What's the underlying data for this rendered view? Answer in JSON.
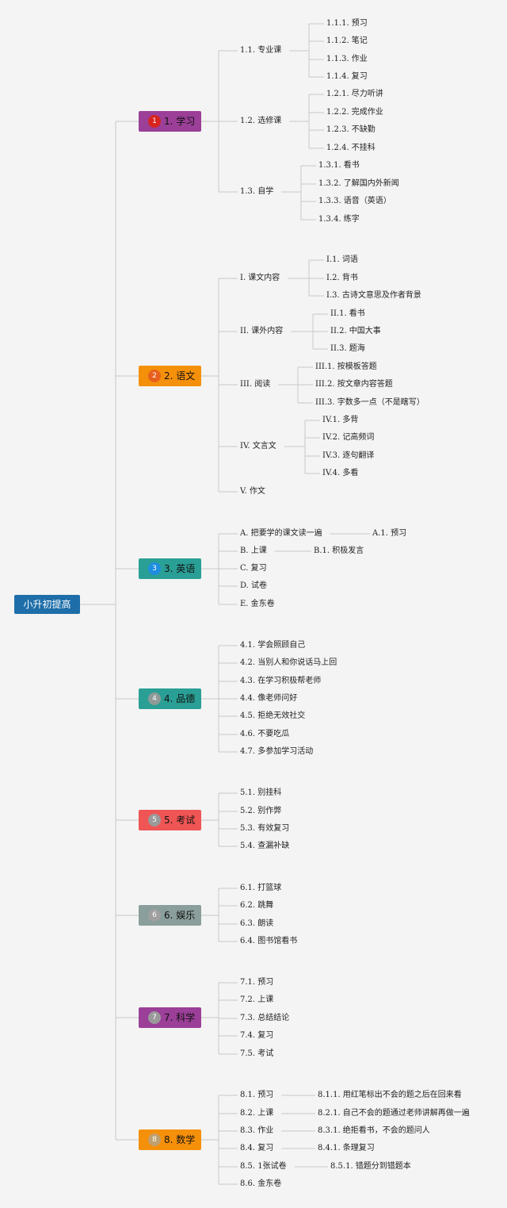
{
  "root": {
    "label": "小升初提高"
  },
  "branches": [
    {
      "label": "1. 学习",
      "badge": "1",
      "color": "#9b3f98",
      "badge_color": "#d8241f",
      "children": [
        {
          "label": "1.1. 专业课",
          "children": [
            {
              "label": "1.1.1. 预习"
            },
            {
              "label": "1.1.2. 笔记"
            },
            {
              "label": "1.1.3. 作业"
            },
            {
              "label": "1.1.4. 复习"
            }
          ]
        },
        {
          "label": "1.2. 选修课",
          "children": [
            {
              "label": "1.2.1. 尽力听讲"
            },
            {
              "label": "1.2.2. 完成作业"
            },
            {
              "label": "1.2.3. 不缺勤"
            },
            {
              "label": "1.2.4. 不挂科"
            }
          ]
        },
        {
          "label": "1.3. 自学",
          "children": [
            {
              "label": "1.3.1. 看书"
            },
            {
              "label": "1.3.2. 了解国内外新闻"
            },
            {
              "label": "1.3.3. 语音（英语）"
            },
            {
              "label": "1.3.4. 练字"
            }
          ]
        }
      ]
    },
    {
      "label": "2. 语文",
      "badge": "2",
      "color": "#f5900b",
      "badge_color": "#e7601c",
      "children": [
        {
          "label": "I. 课文内容",
          "children": [
            {
              "label": "I.1. 词语"
            },
            {
              "label": "I.2. 背书"
            },
            {
              "label": "I.3. 古诗文意思及作者背景"
            }
          ]
        },
        {
          "label": "II. 课外内容",
          "children": [
            {
              "label": "II.1. 看书"
            },
            {
              "label": "II.2. 中国大事"
            },
            {
              "label": "II.3. 题海"
            }
          ]
        },
        {
          "label": "III. 阅读",
          "children": [
            {
              "label": "III.1. 按模板答题"
            },
            {
              "label": "III.2. 按文章内容答题"
            },
            {
              "label": "III.3. 字数多一点（不是瞎写）"
            }
          ]
        },
        {
          "label": "IV. 文言文",
          "children": [
            {
              "label": "IV.1. 多背"
            },
            {
              "label": "IV.2. 记高频词"
            },
            {
              "label": "IV.3. 逐句翻译"
            },
            {
              "label": "IV.4. 多看"
            }
          ]
        },
        {
          "label": "V. 作文",
          "children": []
        }
      ]
    },
    {
      "label": "3. 英语",
      "badge": "3",
      "color": "#2a9f95",
      "badge_color": "#1f8ee0",
      "children": [
        {
          "label": "A. 把要学的课文读一遍",
          "children": [
            {
              "label": "A.1. 预习"
            }
          ]
        },
        {
          "label": "B. 上课",
          "children": [
            {
              "label": "B.1. 积极发言"
            }
          ]
        },
        {
          "label": "C. 复习",
          "children": []
        },
        {
          "label": "D. 试卷",
          "children": []
        },
        {
          "label": "E. 金东卷",
          "children": []
        }
      ]
    },
    {
      "label": "4. 品德",
      "badge": "4",
      "color": "#2a9f95",
      "badge_color": "#8f9a99",
      "children": [
        {
          "label": "4.1. 学会照顾自己",
          "children": []
        },
        {
          "label": "4.2. 当别人和你说话马上回",
          "children": []
        },
        {
          "label": "4.3. 在学习积极帮老师",
          "children": []
        },
        {
          "label": "4.4. 像老师问好",
          "children": []
        },
        {
          "label": "4.5. 拒绝无效社交",
          "children": []
        },
        {
          "label": "4.6. 不要吃瓜",
          "children": []
        },
        {
          "label": "4.7. 多参加学习活动",
          "children": []
        }
      ]
    },
    {
      "label": "5. 考试",
      "badge": "5",
      "color": "#ee5554",
      "badge_color": "#9a9a9a",
      "children": [
        {
          "label": "5.1. 别挂科",
          "children": []
        },
        {
          "label": "5.2. 别作弊",
          "children": []
        },
        {
          "label": "5.3. 有效复习",
          "children": []
        },
        {
          "label": "5.4. 查漏补缺",
          "children": []
        }
      ]
    },
    {
      "label": "6. 娱乐",
      "badge": "6",
      "color": "#8a9e9b",
      "badge_color": "#a0a0a0",
      "children": [
        {
          "label": "6.1. 打篮球",
          "children": []
        },
        {
          "label": "6.2. 跳舞",
          "children": []
        },
        {
          "label": "6.3. 朗读",
          "children": []
        },
        {
          "label": "6.4. 图书馆看书",
          "children": []
        }
      ]
    },
    {
      "label": "7. 科学",
      "badge": "7",
      "color": "#9b3f98",
      "badge_color": "#9a9a9a",
      "children": [
        {
          "label": "7.1. 预习",
          "children": []
        },
        {
          "label": "7.2. 上课",
          "children": []
        },
        {
          "label": "7.3. 总结结论",
          "children": []
        },
        {
          "label": "7.4. 复习",
          "children": []
        },
        {
          "label": "7.5. 考试",
          "children": []
        }
      ]
    },
    {
      "label": "8. 数学",
      "badge": "8",
      "color": "#f5900b",
      "badge_color": "#c0a070",
      "children": [
        {
          "label": "8.1. 预习",
          "children": [
            {
              "label": "8.1.1. 用红笔标出不会的题之后在回来看"
            }
          ]
        },
        {
          "label": "8.2. 上课",
          "children": [
            {
              "label": "8.2.1. 自己不会的题通过老师讲解再做一遍"
            }
          ]
        },
        {
          "label": "8.3. 作业",
          "children": [
            {
              "label": "8.3.1. 绝拒看书，不会的题问人"
            }
          ]
        },
        {
          "label": "8.4. 复习",
          "children": [
            {
              "label": "8.4.1. 条理复习"
            }
          ]
        },
        {
          "label": "8.5. 1张试卷",
          "children": [
            {
              "label": "8.5.1. 错题分到错题本"
            }
          ]
        },
        {
          "label": "8.6. 金东卷",
          "children": []
        }
      ]
    }
  ]
}
